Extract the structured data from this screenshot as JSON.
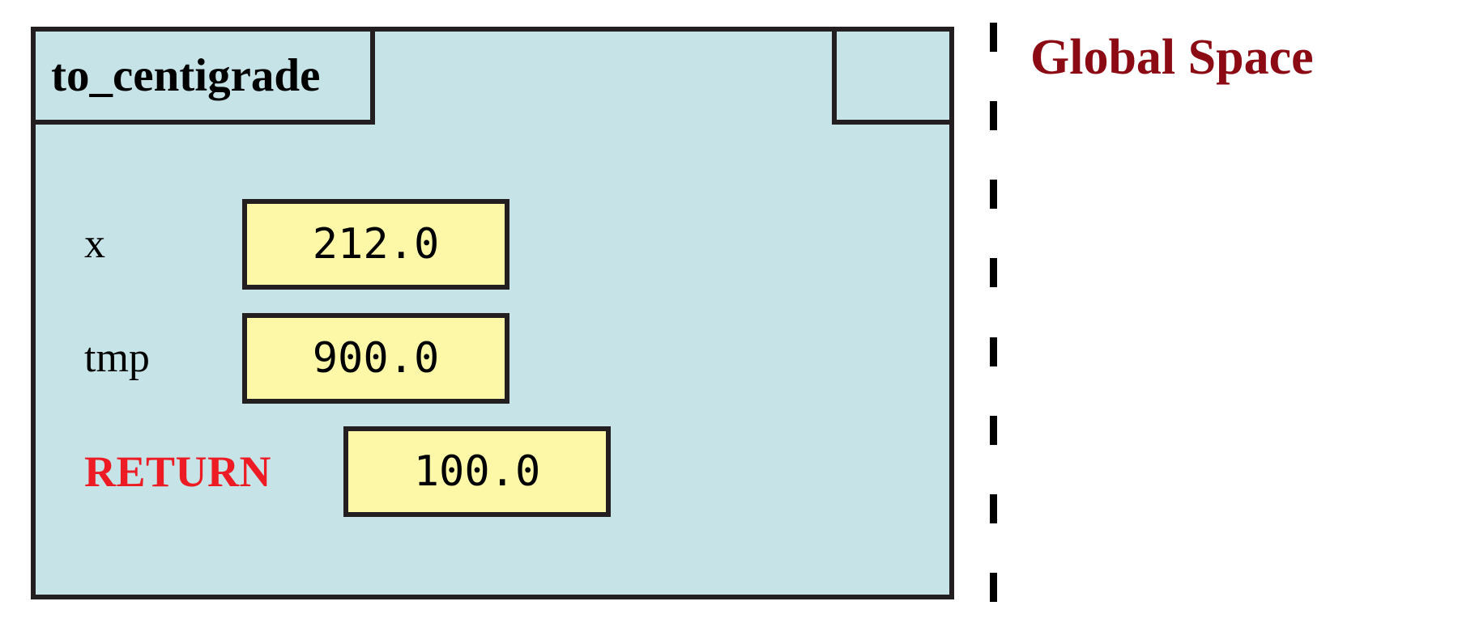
{
  "diagram": {
    "type": "python-call-frame-diagram",
    "colors": {
      "frame_fill": "#c6e3e7",
      "frame_border": "#231f20",
      "value_box_fill": "#fdf8a8",
      "value_box_border": "#231f20",
      "return_text": "#ed1c24",
      "global_space_text": "#8b0a13",
      "label_text": "#000000",
      "background": "#ffffff"
    }
  },
  "call_frame": {
    "function_name": "to_centigrade",
    "variables": [
      {
        "name": "x",
        "value": "212.0"
      },
      {
        "name": "tmp",
        "value": "900.0"
      }
    ],
    "return_row": {
      "label": "RETURN",
      "value": "100.0"
    }
  },
  "global_space": {
    "title": "Global Space"
  },
  "divider": {
    "style": "dashed-vertical",
    "dash_count": 8
  }
}
